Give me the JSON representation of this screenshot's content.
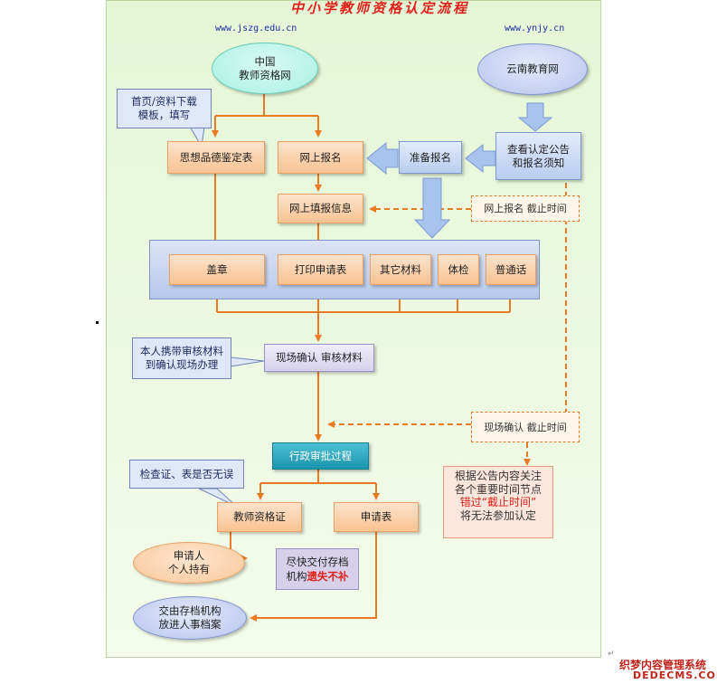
{
  "title": "中小学教师资格认定流程",
  "urls": {
    "left": "www.jszg.edu.cn",
    "right": "www.ynjy.cn"
  },
  "nodes": {
    "jszg": [
      "中国",
      "教师资格网"
    ],
    "ynjy": "云南教育网",
    "download_tip": [
      "首页/资料下载",
      "模板，填写"
    ],
    "moral_form": "思想品德鉴定表",
    "online_signup": "网上报名",
    "prepare_signup": "准备报名",
    "check_notice": [
      "查看认定公告",
      "和报名须知"
    ],
    "fill_info": "网上填报信息",
    "online_deadline": "网上报名 截止时间",
    "stamp": "盖章",
    "print_form": "打印申请表",
    "other_materials": "其它材料",
    "physical": "体检",
    "putonghua": "普通话",
    "bring_tip": [
      "本人携带审核材料",
      "到确认现场办理"
    ],
    "onsite": "现场确认  审核材料",
    "onsite_deadline": "现场确认 截止时间",
    "admin_approval": "行政审批过程",
    "check_tip": "检查证、表是否无误",
    "certificate": "教师资格证",
    "application": "申请表",
    "holder": [
      "申请人",
      "个人持有"
    ],
    "archive": [
      "交由存档机构",
      "放进人事档案"
    ],
    "warn": {
      "line1": "尽快交付存档",
      "line2a": "机构",
      "line2b": "遗失不补"
    },
    "note": {
      "line1": "根据公告内容关注",
      "line2": "各个重要时间节点",
      "line3": "错过“截止时间”",
      "line4": "将无法参加认定"
    }
  },
  "watermark": {
    "line1": "织梦内容管理系统",
    "line2": "DEDECMS.COM"
  },
  "colors": {
    "title": "#e0201b",
    "url": "#1d2ea0",
    "arrow": "#ea7a24",
    "blue_arrow": "#a8c3ee"
  }
}
